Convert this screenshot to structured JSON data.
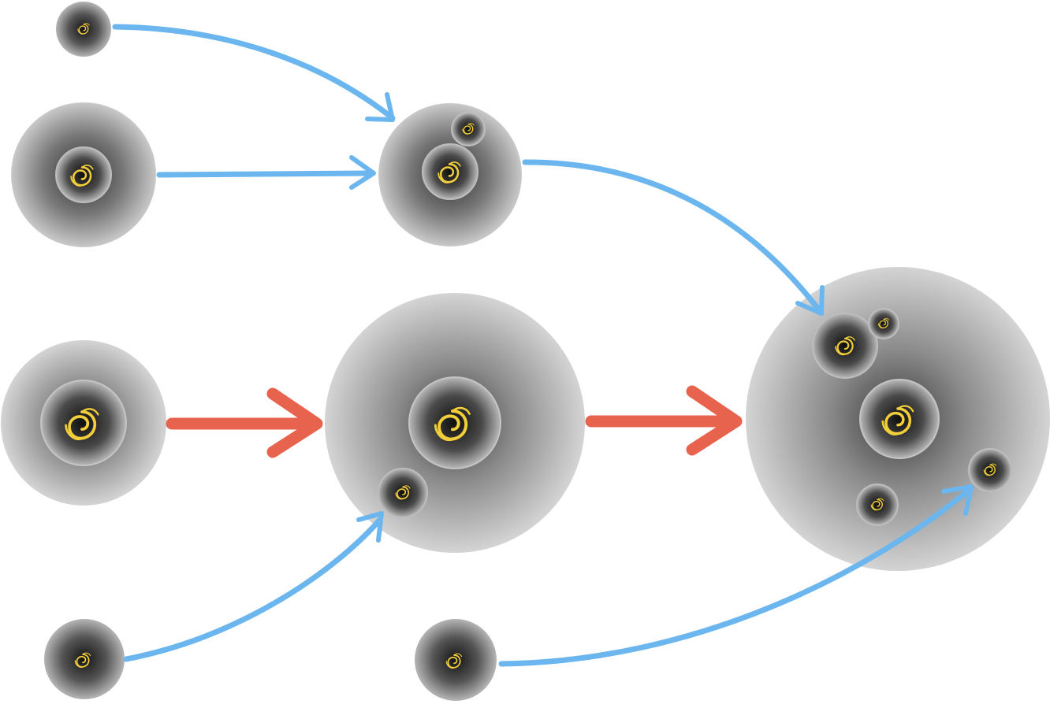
{
  "diagram": {
    "colors": {
      "background": "#ffffff",
      "accretion_arrow": "#6bb6ee",
      "growth_arrow": "#e8634d",
      "halo_light": "#cfcfcf",
      "halo_dark": "#1c1c1c",
      "galaxy": "#f2cf3a"
    },
    "halos": [
      {
        "id": "halo-top-left-small",
        "icon": "galaxy-spiral-icon"
      },
      {
        "id": "halo-mid-left",
        "icon": "galaxy-spiral-icon"
      },
      {
        "id": "halo-top-merged",
        "icon": "galaxy-spiral-icon"
      },
      {
        "id": "halo-center-left",
        "icon": "galaxy-spiral-icon"
      },
      {
        "id": "halo-center-large",
        "icon": "galaxy-spiral-icon"
      },
      {
        "id": "halo-right-largest",
        "icon": "galaxy-spiral-icon"
      },
      {
        "id": "halo-bottom-left-small",
        "icon": "galaxy-spiral-icon"
      },
      {
        "id": "halo-bottom-middle-small",
        "icon": "galaxy-spiral-icon"
      }
    ],
    "arrows": [
      {
        "id": "accretion-arrow-1",
        "kind": "accretion",
        "from": "halo-top-left-small",
        "to": "halo-top-merged"
      },
      {
        "id": "accretion-arrow-2",
        "kind": "accretion",
        "from": "halo-mid-left",
        "to": "halo-top-merged"
      },
      {
        "id": "accretion-arrow-3",
        "kind": "accretion",
        "from": "halo-top-merged",
        "to": "halo-right-largest"
      },
      {
        "id": "accretion-arrow-4",
        "kind": "accretion",
        "from": "halo-bottom-left-small",
        "to": "halo-center-large"
      },
      {
        "id": "accretion-arrow-5",
        "kind": "accretion",
        "from": "halo-bottom-middle-small",
        "to": "halo-right-largest"
      },
      {
        "id": "growth-arrow-1",
        "kind": "growth",
        "from": "halo-center-left",
        "to": "halo-center-large"
      },
      {
        "id": "growth-arrow-2",
        "kind": "growth",
        "from": "halo-center-large",
        "to": "halo-right-largest"
      }
    ]
  }
}
